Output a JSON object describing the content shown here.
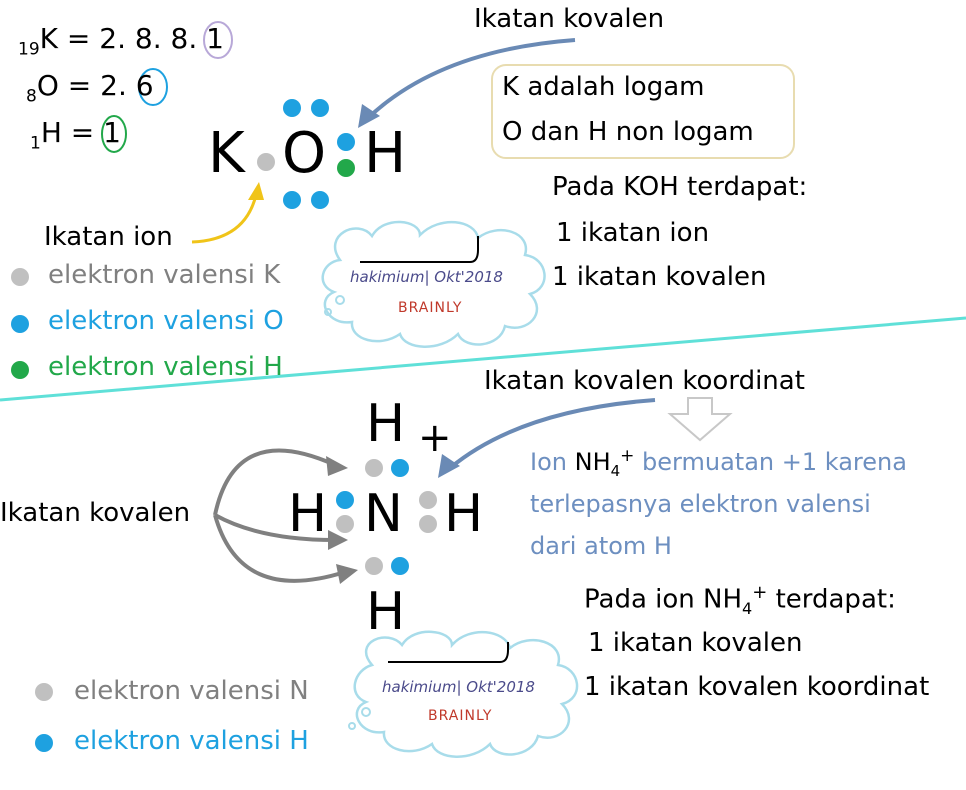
{
  "config": {
    "k": {
      "sub": "19",
      "sym": "K",
      "rest": " = 2. 8. 8. ",
      "last": "1"
    },
    "o": {
      "sub": "8",
      "sym": "O",
      "rest": " = 2. ",
      "last": "6"
    },
    "h": {
      "sub": "1",
      "sym": "H",
      "rest": " = ",
      "last": "1"
    }
  },
  "koh": {
    "covalent_label": "Ikatan kovalen",
    "ionic_label": "Ikatan ion",
    "atoms": [
      "K",
      "O",
      "H"
    ],
    "info_box": [
      "K adalah logam",
      "O dan H non logam"
    ],
    "summary_title": "Pada KOH terdapat:",
    "summary": [
      "1 ikatan ion",
      "1 ikatan kovalen"
    ],
    "legend": [
      {
        "label": "elektron valensi K",
        "color": "#c0c0c0"
      },
      {
        "label": "elektron valensi O",
        "color": "#1ea1e0"
      },
      {
        "label": "elektron valensi H",
        "color": "#22a84a"
      }
    ],
    "watermark": {
      "author": "hakimium| Okt'2018",
      "brand": "BRAINLY"
    }
  },
  "nh4": {
    "coordinate_label": "Ikatan kovalen koordinat",
    "covalent_label": "Ikatan kovalen",
    "atoms": {
      "top": "H",
      "left": "H",
      "center": "N",
      "right": "H",
      "bottom": "H",
      "charge": "+"
    },
    "desc": {
      "l1_pre": "Ion ",
      "l1_ion": "NH",
      "l1_sub": "4",
      "l1_sup": "+",
      "l1_post": " bermuatan +1 karena",
      "l2": "terlepasnya elektron valensi",
      "l3": "dari atom H"
    },
    "summary_pre": "Pada ion ",
    "summary_ion": "NH",
    "summary_sub": "4",
    "summary_sup": "+",
    "summary_post": " terdapat:",
    "summary": [
      "1 ikatan kovalen",
      "1 ikatan kovalen koordinat"
    ],
    "legend": [
      {
        "label": "elektron valensi N",
        "color": "#c0c0c0"
      },
      {
        "label": "elektron valensi H",
        "color": "#1ea1e0"
      }
    ],
    "watermark": {
      "author": "hakimium| Okt'2018",
      "brand": "BRAINLY"
    }
  },
  "colors": {
    "electron_k_n": "#c0c0c0",
    "electron_o_h": "#1ea1e0",
    "electron_h_koh": "#22a84a",
    "arrow_blue": "#6a8ab5",
    "arrow_yellow": "#f0c419",
    "arrow_gray": "#808080",
    "divider": "#5fe0d8",
    "desc_text": "#6d8fc0",
    "box_border": "#e8dcb0",
    "circle_k": "#b8a8d8",
    "circle_o": "#1ea1e0",
    "circle_h": "#22a84a"
  }
}
